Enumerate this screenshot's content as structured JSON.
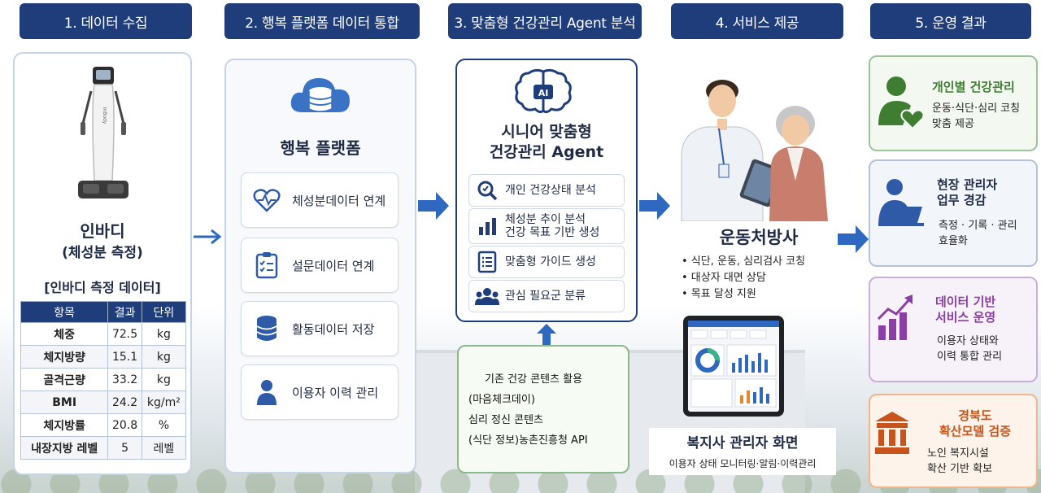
{
  "headers": [
    "1. 데이터 수집",
    "2. 행복 플랫폼 데이터 통합",
    "3. 맞춤형 건강관리 Agent 분석",
    "4. 서비스 제공",
    "5. 운영 결과"
  ],
  "col1": {
    "device_title": "인바디",
    "device_subtitle": "(체성분 측정)",
    "table_title": "[인바디 측정 데이터]",
    "brand": "InBody",
    "columns": [
      "항목",
      "결과",
      "단위"
    ],
    "rows": [
      [
        "체중",
        "72.5",
        "kg"
      ],
      [
        "체지방량",
        "15.1",
        "kg"
      ],
      [
        "골격근량",
        "33.2",
        "kg"
      ],
      [
        "BMI",
        "24.2",
        "kg/m²"
      ],
      [
        "체지방률",
        "20.8",
        "%"
      ],
      [
        "내장지방 레벨",
        "5",
        "레벨"
      ]
    ]
  },
  "col2": {
    "title": "행복 플랫폼",
    "items": [
      "체성분데이터 연계",
      "설문데이터 연계",
      "활동데이터 저장",
      "이용자 이력 관리"
    ]
  },
  "col3": {
    "ai_badge": "AI",
    "title_line1": "시니어 맞춤형",
    "title_line2": "건강관리 Agent",
    "items": [
      "개인 건강상태 분석",
      "체성분 추이 분석\n건강 목표 기반 생성",
      "맞춤형 가이드 생성",
      "관심 필요군 분류"
    ],
    "content_lines": [
      "기존 건강 콘텐츠 활용",
      "(마음체크데이)",
      "심리 정신 콘텐츠",
      "(식단 정보)농촌진흥청 API"
    ]
  },
  "col4": {
    "title": "운동처방사",
    "bullets": [
      "• 식단, 운동, 심리검사 코칭",
      "• 대상자 대면 상담",
      "• 목표 달성 지원"
    ],
    "screen_title": "복지사 관리자 화면",
    "screen_desc": "이용자 상태 모니터링·알림·이력관리"
  },
  "col5": {
    "items": [
      {
        "title": "개인별 건강관리",
        "desc": "운동·식단·심리 코칭\n맞춤 제공",
        "color": "#3f7d32"
      },
      {
        "title": "현장 관리자\n업무 경감",
        "desc": "측정 · 기록 · 관리\n효율화",
        "color": "#1f2a44"
      },
      {
        "title": "데이터 기반\n서비스 운영",
        "desc": "이용자 상태와\n이력 통합 관리",
        "color": "#8b3fa6"
      },
      {
        "title": "경북도\n확산모델 검증",
        "desc": "노인 복지시설\n확산 기반 확보",
        "color": "#c8541b"
      }
    ]
  },
  "colors": {
    "navy": "#1f3d7a",
    "blue": "#2e68c0",
    "green": "#3f7d32",
    "purple": "#8b3fa6",
    "orange": "#c8541b"
  }
}
